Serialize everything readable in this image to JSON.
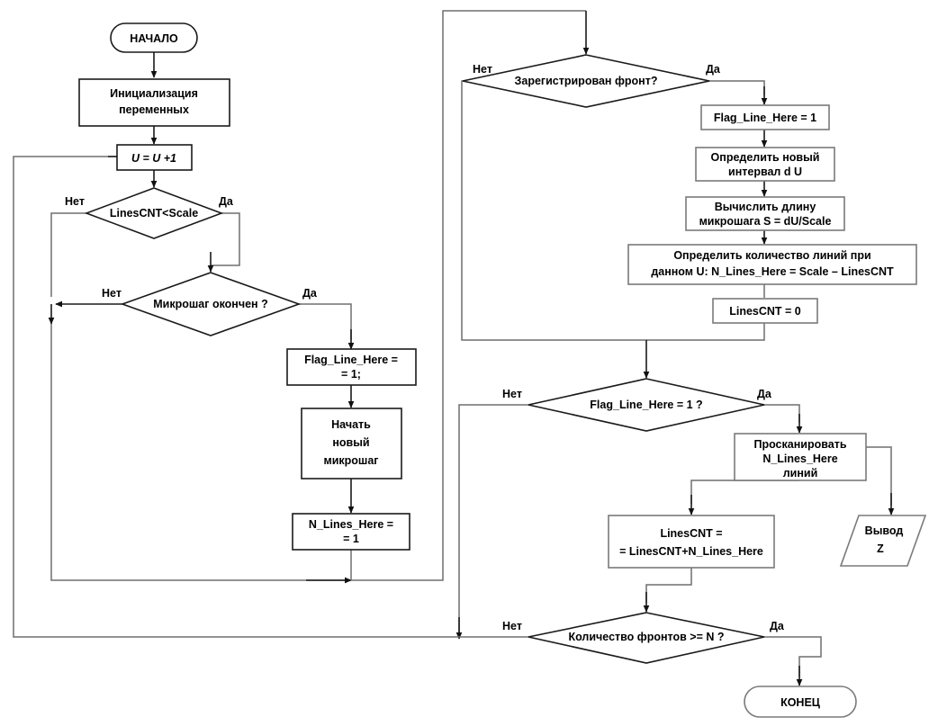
{
  "diagram": {
    "title": "Flowchart",
    "language": "ru",
    "colors": {
      "background": "#ffffff",
      "node_stroke_dark": "#1a1a1a",
      "node_stroke_grey": "#7a7a7a",
      "connector": "#6e6e6e",
      "text": "#000000"
    },
    "labels": {
      "yes": "Да",
      "no": "Нет"
    },
    "nodes": {
      "start": {
        "text": "НАЧАЛО",
        "shape": "terminator"
      },
      "init": {
        "line1": "Инициализация",
        "line2": "переменных",
        "shape": "process"
      },
      "u_inc": {
        "text": "U = U +1",
        "shape": "process"
      },
      "d_lines_scale": {
        "text": "LinesCNT<Scale",
        "shape": "decision"
      },
      "d_microstep_done": {
        "text": "Микрошаг окончен ?",
        "shape": "decision"
      },
      "flag_line_here_left": {
        "line1": "Flag_Line_Here =",
        "line2": "= 1;",
        "shape": "process"
      },
      "start_new_microstep": {
        "line1": "Начать",
        "line2": "новый",
        "line3": "микрошаг",
        "shape": "process"
      },
      "n_lines_here_left": {
        "line1": "N_Lines_Here =",
        "line2": "= 1",
        "shape": "process"
      },
      "d_front_registered": {
        "text": "Зарегистрирован фронт?",
        "shape": "decision"
      },
      "flag_line_here_right": {
        "text": "Flag_Line_Here = 1",
        "shape": "process"
      },
      "define_interval": {
        "line1": "Определить новый",
        "line2": "интервал d U",
        "shape": "process"
      },
      "calc_microstep": {
        "line1": "Вычислить длину",
        "line2": "микрошага S = dU/Scale",
        "shape": "process"
      },
      "define_count": {
        "line1": "Определить количество линий при",
        "line2": "данном U: N_Lines_Here = Scale – LinesCNT",
        "shape": "process"
      },
      "lines_cnt_zero": {
        "text": "LinesCNT = 0",
        "shape": "process"
      },
      "d_flag_eq_one": {
        "text": "Flag_Line_Here = 1 ?",
        "shape": "decision"
      },
      "scan_lines": {
        "line1": "Просканировать",
        "line2": "N_Lines_Here",
        "line3": "линий",
        "shape": "process"
      },
      "lines_cnt_sum": {
        "line1": "LinesCNT =",
        "line2": "= LinesCNT+N_Lines_Here",
        "shape": "process"
      },
      "output_z": {
        "line1": "Вывод",
        "line2": "Z",
        "shape": "io-parallelogram"
      },
      "d_fronts_ge_n": {
        "text": "Количество фронтов >= N ?",
        "shape": "decision"
      },
      "end": {
        "text": "КОНЕЦ",
        "shape": "terminator"
      }
    },
    "branch_labels": [
      {
        "id": "lines-scale-no",
        "text": "Нет"
      },
      {
        "id": "lines-scale-yes",
        "text": "Да"
      },
      {
        "id": "microstep-no",
        "text": "Нет"
      },
      {
        "id": "microstep-yes",
        "text": "Да"
      },
      {
        "id": "front-no",
        "text": "Нет"
      },
      {
        "id": "front-yes",
        "text": "Да"
      },
      {
        "id": "flag-no",
        "text": "Нет"
      },
      {
        "id": "flag-yes",
        "text": "Да"
      },
      {
        "id": "fronts-no",
        "text": "Нет"
      },
      {
        "id": "fronts-yes",
        "text": "Да"
      }
    ]
  }
}
